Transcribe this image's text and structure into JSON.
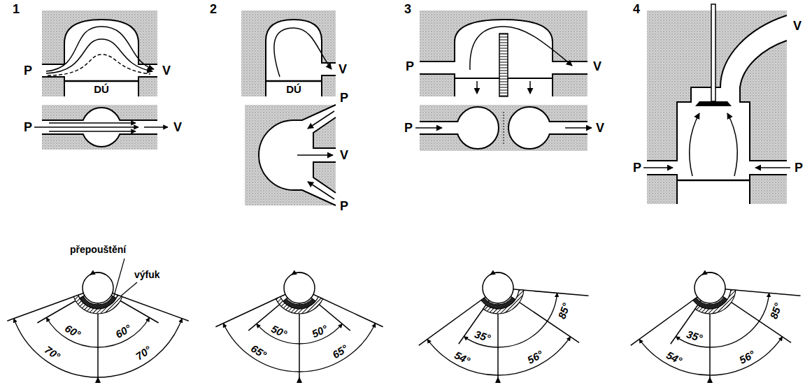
{
  "diagram": {
    "labels": [
      "1",
      "P",
      "DÚ",
      "V",
      "P",
      "V",
      "přepouštění",
      "výfuk",
      "60°",
      "60°",
      "70°",
      "70°",
      "2",
      "DÚ",
      "V",
      "P",
      "V",
      "P",
      "50°",
      "50°",
      "65°",
      "65°",
      "3",
      "P",
      "V",
      "P",
      "V",
      "35°",
      "85°",
      "54°",
      "56°",
      "4",
      "V",
      "P",
      "P",
      "35°",
      "85°",
      "54°",
      "56°"
    ]
  }
}
